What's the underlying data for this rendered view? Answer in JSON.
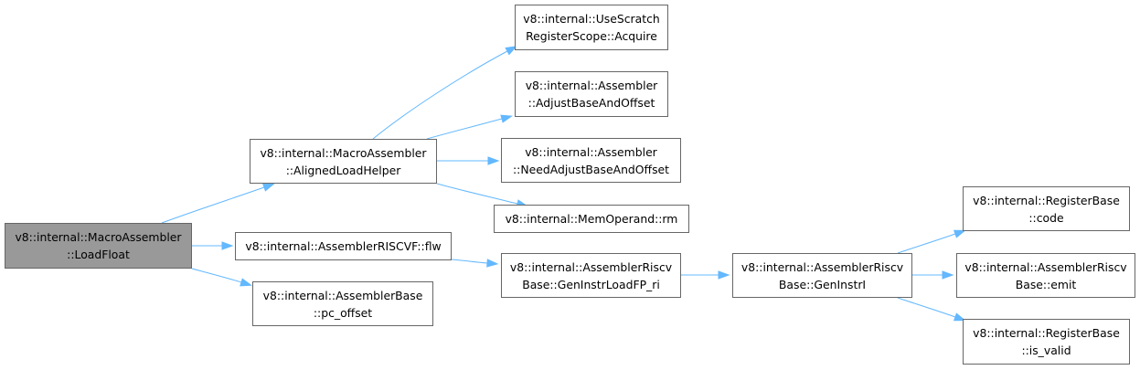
{
  "colors": {
    "edge": "#63b8ff",
    "node_border": "#666666",
    "root_fill": "#999999",
    "node_fill": "#ffffff"
  },
  "nodes": {
    "load_float": {
      "line1": "v8::internal::MacroAssembler",
      "line2": "::LoadFloat"
    },
    "aligned_load_helper": {
      "line1": "v8::internal::MacroAssembler",
      "line2": "::AlignedLoadHelper"
    },
    "flw": {
      "line1": "v8::internal::AssemblerRISCVF::flw"
    },
    "pc_offset": {
      "line1": "v8::internal::AssemblerBase",
      "line2": "::pc_offset"
    },
    "acquire": {
      "line1": "v8::internal::UseScratch",
      "line2": "RegisterScope::Acquire"
    },
    "adjust_base_and_offset": {
      "line1": "v8::internal::Assembler",
      "line2": "::AdjustBaseAndOffset"
    },
    "need_adjust_base_and_offset": {
      "line1": "v8::internal::Assembler",
      "line2": "::NeedAdjustBaseAndOffset"
    },
    "mem_operand_rm": {
      "line1": "v8::internal::MemOperand::rm"
    },
    "gen_instr_load_fp_ri": {
      "line1": "v8::internal::AssemblerRiscv",
      "line2": "Base::GenInstrLoadFP_ri"
    },
    "gen_instr_i": {
      "line1": "v8::internal::AssemblerRiscv",
      "line2": "Base::GenInstrI"
    },
    "register_code": {
      "line1": "v8::internal::RegisterBase",
      "line2": "::code"
    },
    "emit": {
      "line1": "v8::internal::AssemblerRiscv",
      "line2": "Base::emit"
    },
    "is_valid": {
      "line1": "v8::internal::RegisterBase",
      "line2": "::is_valid"
    }
  },
  "edges": [
    [
      "load_float",
      "aligned_load_helper"
    ],
    [
      "load_float",
      "flw"
    ],
    [
      "load_float",
      "pc_offset"
    ],
    [
      "aligned_load_helper",
      "acquire"
    ],
    [
      "aligned_load_helper",
      "adjust_base_and_offset"
    ],
    [
      "aligned_load_helper",
      "need_adjust_base_and_offset"
    ],
    [
      "aligned_load_helper",
      "mem_operand_rm"
    ],
    [
      "flw",
      "gen_instr_load_fp_ri"
    ],
    [
      "gen_instr_load_fp_ri",
      "gen_instr_i"
    ],
    [
      "gen_instr_i",
      "register_code"
    ],
    [
      "gen_instr_i",
      "emit"
    ],
    [
      "gen_instr_i",
      "is_valid"
    ]
  ]
}
